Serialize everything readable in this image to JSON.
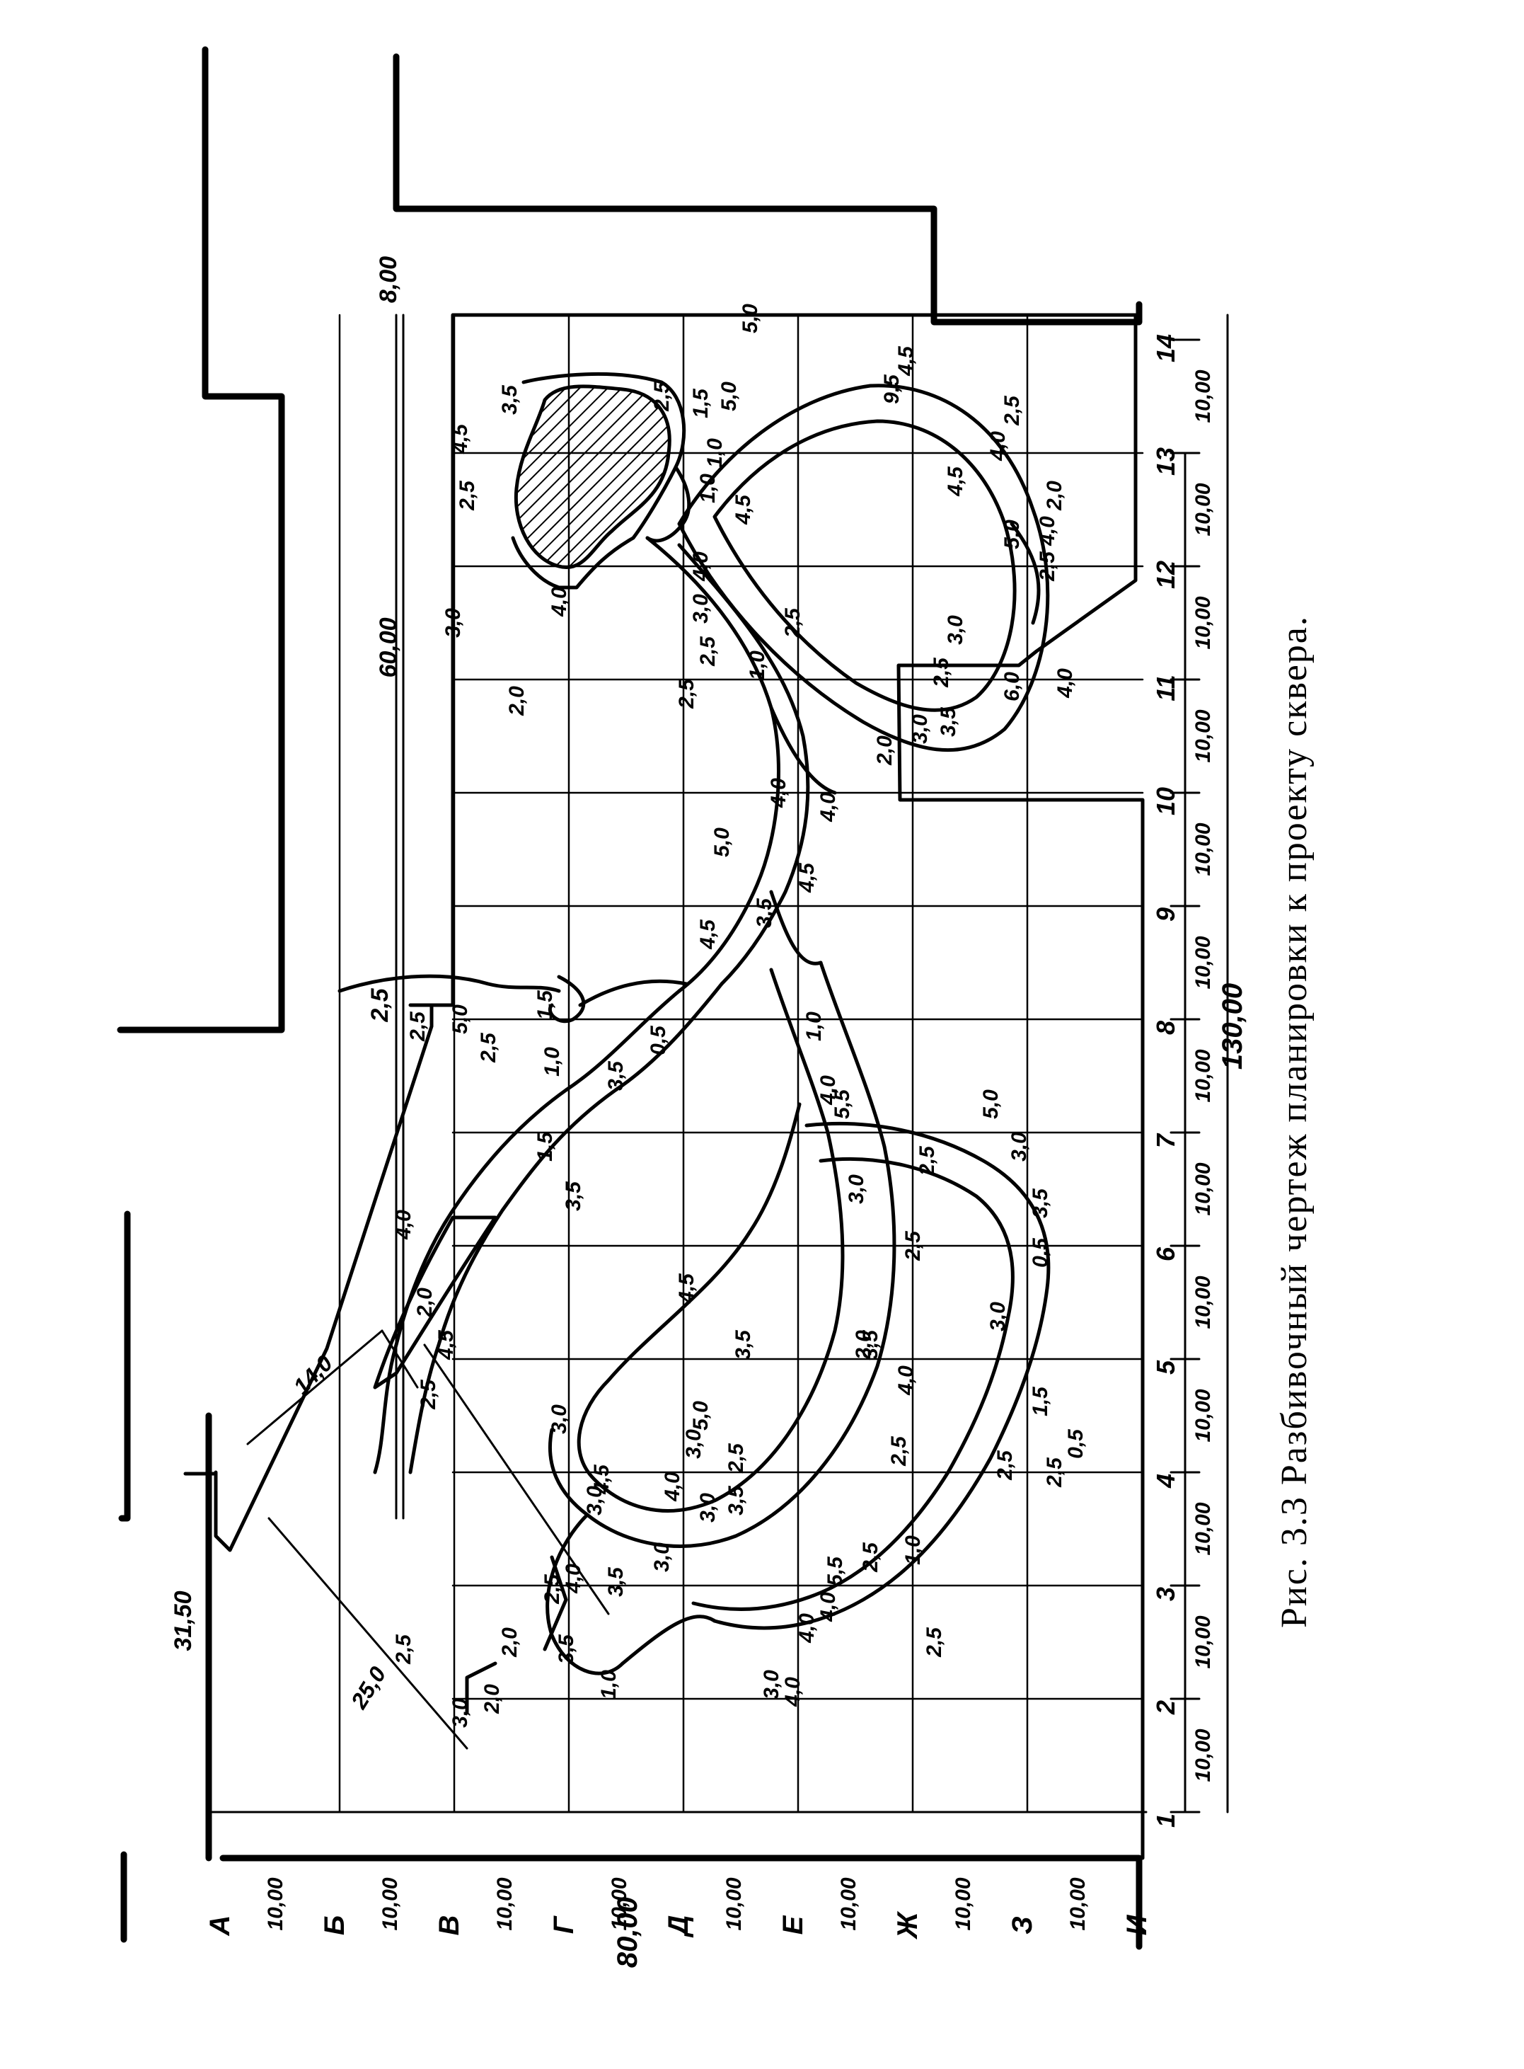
{
  "caption": "Рис. 3.3 Разбивочный чертеж планировки к проекту сквера.",
  "grid": {
    "row_letters": [
      "А",
      "Б",
      "В",
      "Г",
      "Д",
      "Е",
      "Ж",
      "З",
      "И"
    ],
    "column_numbers": [
      "1",
      "2",
      "3",
      "4",
      "5",
      "6",
      "7",
      "8",
      "9",
      "10",
      "11",
      "12",
      "13",
      "14"
    ],
    "row_spacing_label": "10,00",
    "column_spacing_label": "10,00",
    "total_height_label": "80,00",
    "total_width_label": "130,00"
  },
  "top_dimensions": [
    "31,50",
    "60,00",
    "8,00",
    "2,5"
  ],
  "diagonal_dimensions": [
    "25,0",
    "14,0"
  ],
  "path_width_labels": [
    "3,0",
    "2,5",
    "3,5",
    "2,0",
    "1,0",
    "2,5",
    "4,0",
    "3,5",
    "2,0",
    "3,0",
    "4,0",
    "3,0",
    "3,0",
    "4,5",
    "2,5",
    "3,0",
    "2,5",
    "4,5",
    "2,0",
    "5,0",
    "3,5",
    "2,5",
    "2,5",
    "1,0",
    "3,0",
    "2,5",
    "5,5",
    "4,0",
    "3,0",
    "2,5",
    "4,0",
    "4,0",
    "2,5",
    "0,5",
    "1,5",
    "3,0",
    "4,0",
    "2,0",
    "0,5",
    "3,5",
    "2,5",
    "3,0",
    "5,0",
    "3,0",
    "4,0",
    "1,0",
    "5,5",
    "2,5",
    "3,5",
    "3,5",
    "4,5",
    "3,5",
    "4,0",
    "1,5",
    "3,5",
    "1,0",
    "0,5",
    "2,5",
    "1,5",
    "2,5",
    "5,0",
    "4,5",
    "3,5",
    "5,0",
    "4,0",
    "4,5",
    "4,0",
    "2,0",
    "3,0",
    "3,5",
    "2,5",
    "3,0",
    "2,5",
    "2,5",
    "3,0",
    "1,0",
    "6,0",
    "4,0",
    "2,0",
    "4,0",
    "5,0",
    "4,5",
    "2,5",
    "4,0",
    "2,5",
    "9,5",
    "4,5",
    "1,5",
    "1,0",
    "4,5",
    "1,0",
    "4,0",
    "2,5",
    "5,0",
    "5,0",
    "2,5",
    "3,5",
    "2,5",
    "4,5",
    "3,0",
    "4,0",
    "2,0"
  ]
}
